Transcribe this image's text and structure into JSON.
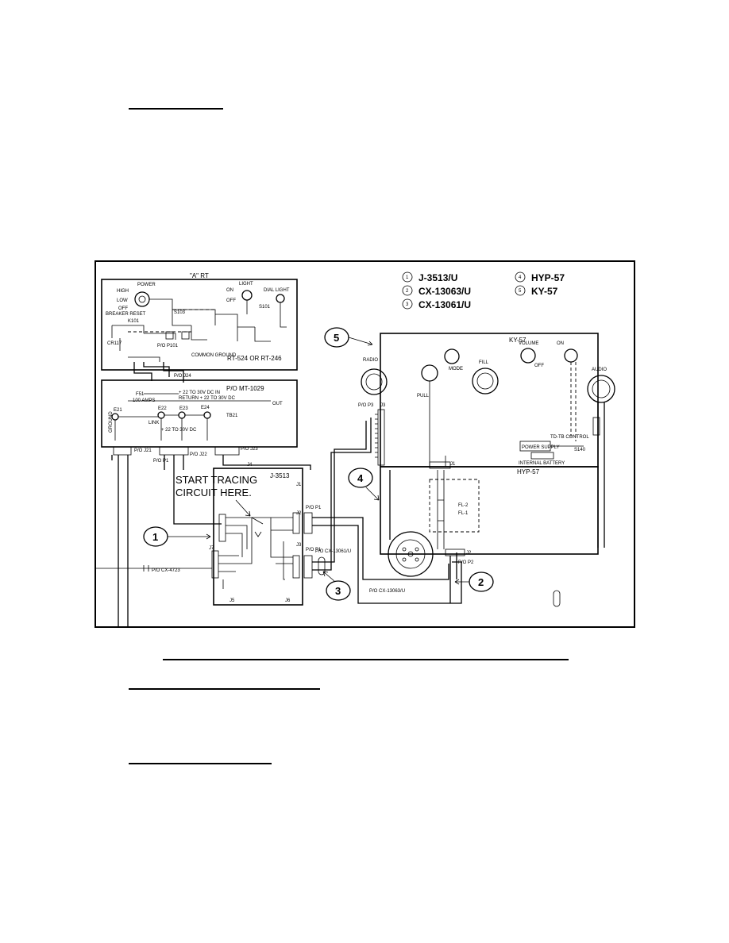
{
  "page": {
    "blank_rules": [
      "",
      "",
      "",
      "",
      ""
    ]
  },
  "diagram": {
    "legend": [
      {
        "num": "1",
        "label": "J-3513/U"
      },
      {
        "num": "2",
        "label": "CX-13063/U"
      },
      {
        "num": "3",
        "label": "CX-13061/U"
      },
      {
        "num": "4",
        "label": "HYP-57"
      },
      {
        "num": "5",
        "label": "KY-57"
      }
    ],
    "rt_panel": {
      "title": "\"A\" RT",
      "power": "POWER",
      "high": "HIGH",
      "low": "LOW",
      "off": "OFF",
      "breaker_reset": "BREAKER RESET",
      "light": "LIGHT",
      "on": "ON",
      "off2": "OFF",
      "dial_light": "DIAL LIGHT",
      "s101": "S101",
      "s103": "S103",
      "k101": "K101",
      "cr117": "CR117",
      "model": "RT-524 OR RT-246",
      "common_ground": "COMMON GROUND",
      "po_p101": "P/O P101",
      "po_j24": "P/O J24"
    },
    "mt_panel": {
      "title": "P/O MT-1029",
      "ground": "GROUND",
      "f51": "F51",
      "amps": "100 AMPS",
      "return": "RETURN + 22 TO 30V DC",
      "out": "OUT",
      "in": "+ 22 TO 30V DC IN",
      "e21": "E21",
      "e22": "E22",
      "e23": "E23",
      "e24": "E24",
      "link": "LINK",
      "tb21": "TB21",
      "dc": "+ 22 TO 30V DC",
      "po_j21": "P/O J21",
      "po_j22": "P/O J22",
      "po_j23": "P/O J23",
      "po_p1": "P/O P1"
    },
    "ky57": {
      "title": "KY-57",
      "radio": "RADIO",
      "fill": "FILL",
      "volume": "VOLUME",
      "off": "OFF",
      "on": "ON",
      "mode": "MODE",
      "zeroize": "PULL",
      "audio": "AUDIO",
      "power_supply": "POWER SUPPLY",
      "internal_battery": "INTERNAL BATTERY",
      "control": "TD-TB CONTROL",
      "s140": "S140",
      "po_p3": "P/O P3",
      "j3": "J3"
    },
    "hyp57": {
      "title": "HYP-57",
      "j1": "J1",
      "j2": "J2",
      "po_p2": "P/O P2",
      "fl2": "FL-2",
      "fl1": "FL-1"
    },
    "j3513": {
      "title": "J-3513",
      "j1": "J1",
      "j2": "J2",
      "j3": "J3",
      "j4": "J4",
      "j5": "J5",
      "j6": "J6",
      "j7": "J7",
      "po_p1a": "P/O P1",
      "po_p1b": "P/O P1",
      "po_cx13061": "P/O CX-13061/U",
      "po_cx13063": "P/O CX-13063/U",
      "po_cx4723": "P/O CX-4723"
    },
    "start_note_line1": "START TRACING",
    "start_note_line2": "CIRCUIT HERE.",
    "callouts": [
      "1",
      "2",
      "3",
      "4",
      "5"
    ]
  }
}
